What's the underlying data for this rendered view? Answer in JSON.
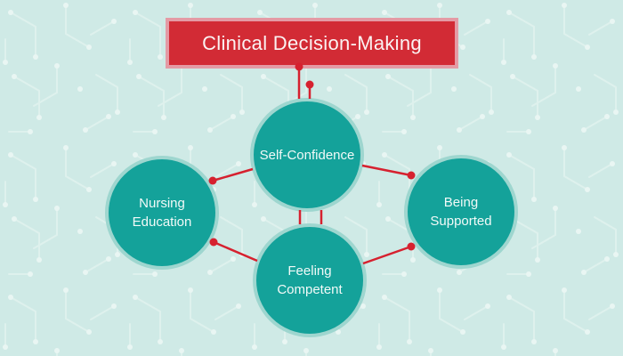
{
  "title": "Clinical Decision-Making",
  "nodes": [
    {
      "id": "self-confidence",
      "label": "Self-Confidence"
    },
    {
      "id": "nursing-education",
      "label": "Nursing\nEducation"
    },
    {
      "id": "being-supported",
      "label": "Being\nSupported"
    },
    {
      "id": "feeling-competent",
      "label": "Feeling\nCompetent"
    }
  ],
  "colors": {
    "background": "#cfeae6",
    "pattern_line": "#def1ed",
    "pattern_dot": "#e9f6f3",
    "banner_fill": "#d22b35",
    "banner_border": "#e49ba5",
    "node_fill": "#14a29a",
    "node_ring": "#9ed6cf",
    "connector_red": "#d6212f",
    "label_text": "#ffffff"
  }
}
